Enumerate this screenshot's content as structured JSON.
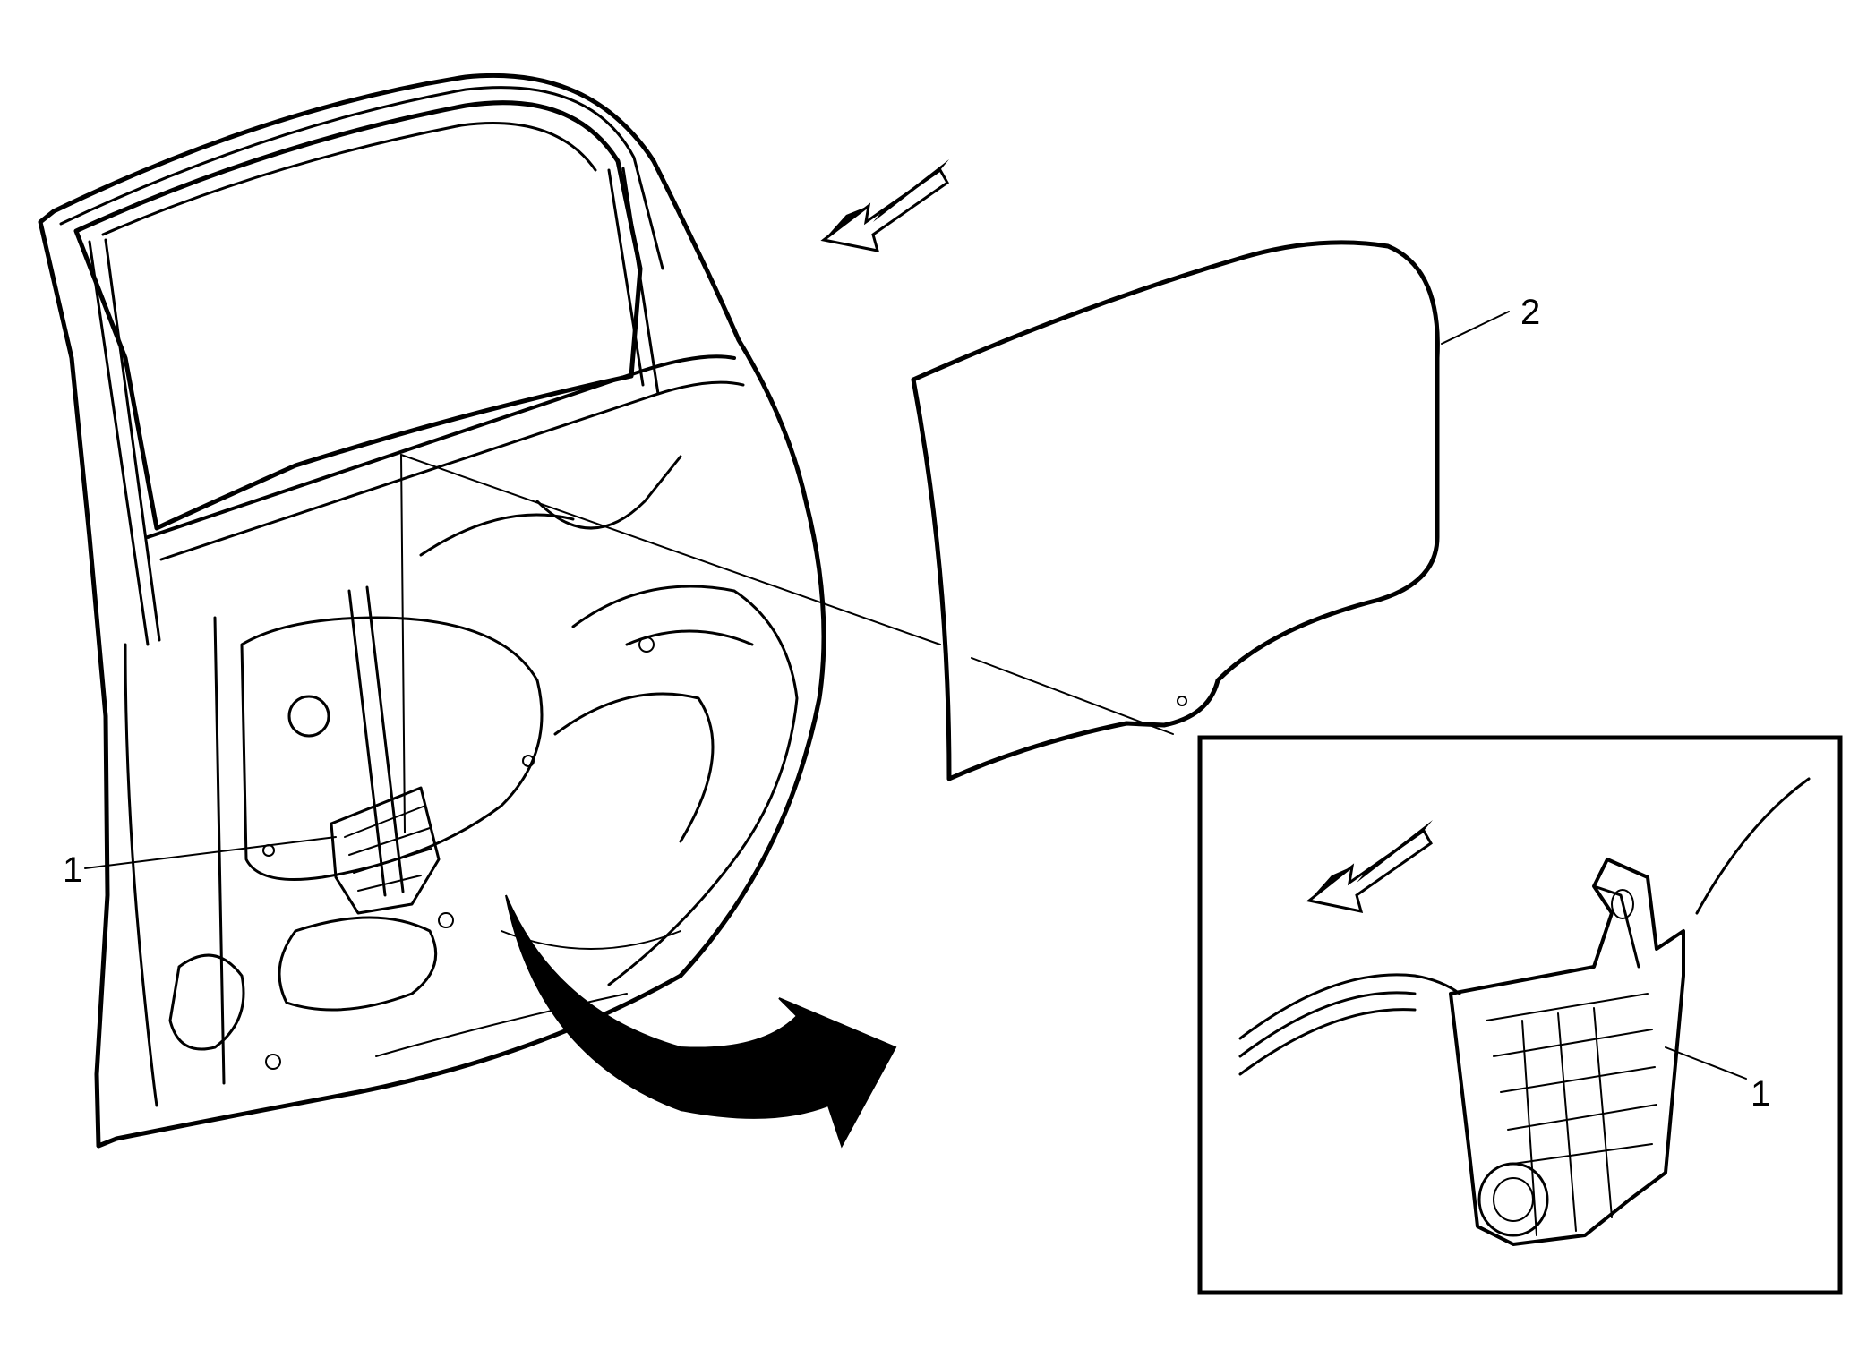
{
  "callouts": {
    "regulator_main": "1",
    "window_glass": "2",
    "regulator_detail": "1"
  },
  "icons": {
    "forward_arrow_main": "forward-direction-arrow-icon",
    "forward_arrow_detail": "forward-direction-arrow-icon",
    "detail_arrow": "curved-arrow-icon"
  },
  "colors": {
    "line": "#000000",
    "background": "#ffffff"
  }
}
